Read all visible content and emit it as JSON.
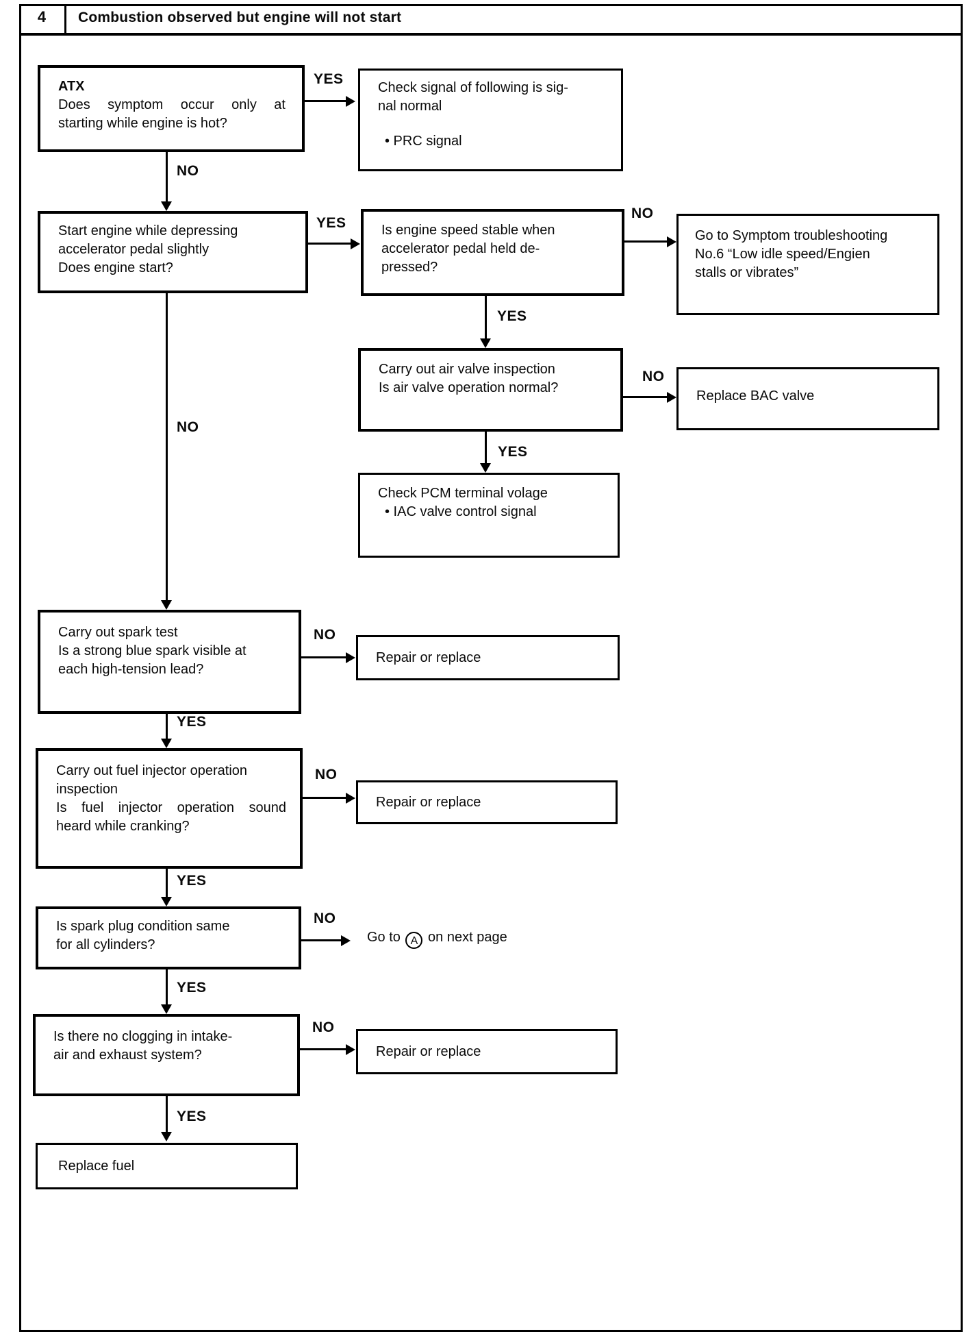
{
  "header": {
    "number": "4",
    "title": "Combustion observed but engine will not start"
  },
  "labels": {
    "yes": "YES",
    "no": "NO"
  },
  "nodes": {
    "atx": {
      "lines": [
        "ATX",
        "Does symptom occur only at",
        "starting while engine is hot?"
      ]
    },
    "check_signal": {
      "lines": [
        "Check signal of following is sig-",
        "nal normal",
        "• PRC signal"
      ]
    },
    "start_engine": {
      "lines": [
        "Start engine while depressing",
        "accelerator pedal slightly",
        "Does engine start?"
      ]
    },
    "engine_speed_stable": {
      "lines": [
        "Is engine speed stable when",
        "accelerator pedal held de-",
        "pressed?"
      ]
    },
    "goto_symptom": {
      "lines": [
        "Go to Symptom troubleshooting",
        "No.6 “Low idle speed/Engien",
        "stalls or vibrates”"
      ]
    },
    "air_valve": {
      "lines": [
        "Carry out air valve inspection",
        "Is air valve operation normal?"
      ]
    },
    "replace_bac": {
      "lines": [
        "Replace BAC valve"
      ]
    },
    "check_pcm": {
      "lines": [
        "Check PCM terminal volage",
        "• IAC valve control signal"
      ]
    },
    "spark_test": {
      "lines": [
        "Carry out spark test",
        "Is a strong blue spark visible at",
        "each high-tension lead?"
      ]
    },
    "repair1": {
      "lines": [
        "Repair or replace"
      ]
    },
    "fuel_injector": {
      "lines": [
        "Carry out fuel injector operation",
        "inspection",
        "Is fuel injector operation sound",
        "heard while cranking?"
      ]
    },
    "repair2": {
      "lines": [
        "Repair or replace"
      ]
    },
    "spark_plug": {
      "lines": [
        "Is spark plug condition same",
        "for all cylinders?"
      ]
    },
    "clogging": {
      "lines": [
        "Is there no clogging in intake-",
        "air and exhaust system?"
      ]
    },
    "repair3": {
      "lines": [
        "Repair or replace"
      ]
    },
    "replace_fuel": {
      "lines": [
        "Replace fuel"
      ]
    }
  },
  "goto_a": {
    "prefix": "Go to",
    "circle": "A",
    "suffix": "on next page"
  }
}
